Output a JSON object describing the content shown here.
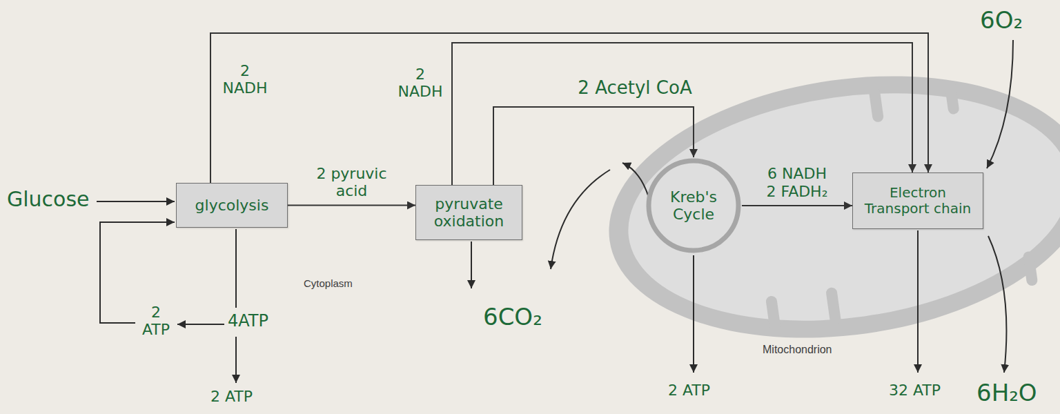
{
  "diagram": {
    "nodes": [
      {
        "text": [
          "glycolysis"
        ]
      },
      {
        "text": [
          "pyruvate oxidation"
        ]
      },
      {
        "text": [
          "Kreb's Cycle"
        ]
      },
      {
        "text": [
          "Electron Transport chain"
        ]
      }
    ],
    "edges": [
      {
        "from": 0,
        "to": 1,
        "arrow": "to",
        "label": "2 pyruvic acid"
      },
      {
        "from": 1,
        "to": 2,
        "arrow": "to",
        "label": "2 Acetyl CoA"
      },
      {
        "from": 2,
        "to": 3,
        "arrow": "to",
        "label": "6 NADH 2 FADH₂"
      },
      {
        "from": 0,
        "to": 3,
        "arrow": "to",
        "label": "2 NADH"
      },
      {
        "from": 1,
        "to": 3,
        "arrow": "to",
        "label": "2 NADH"
      }
    ],
    "labels": [
      "Glucose",
      "2 ATP",
      "4ATP",
      "2 ATP",
      "Cytoplasm",
      "6CO₂",
      "2 ATP",
      "Mitochondrion",
      "32 ATP",
      "6O₂",
      "6H₂O"
    ]
  }
}
